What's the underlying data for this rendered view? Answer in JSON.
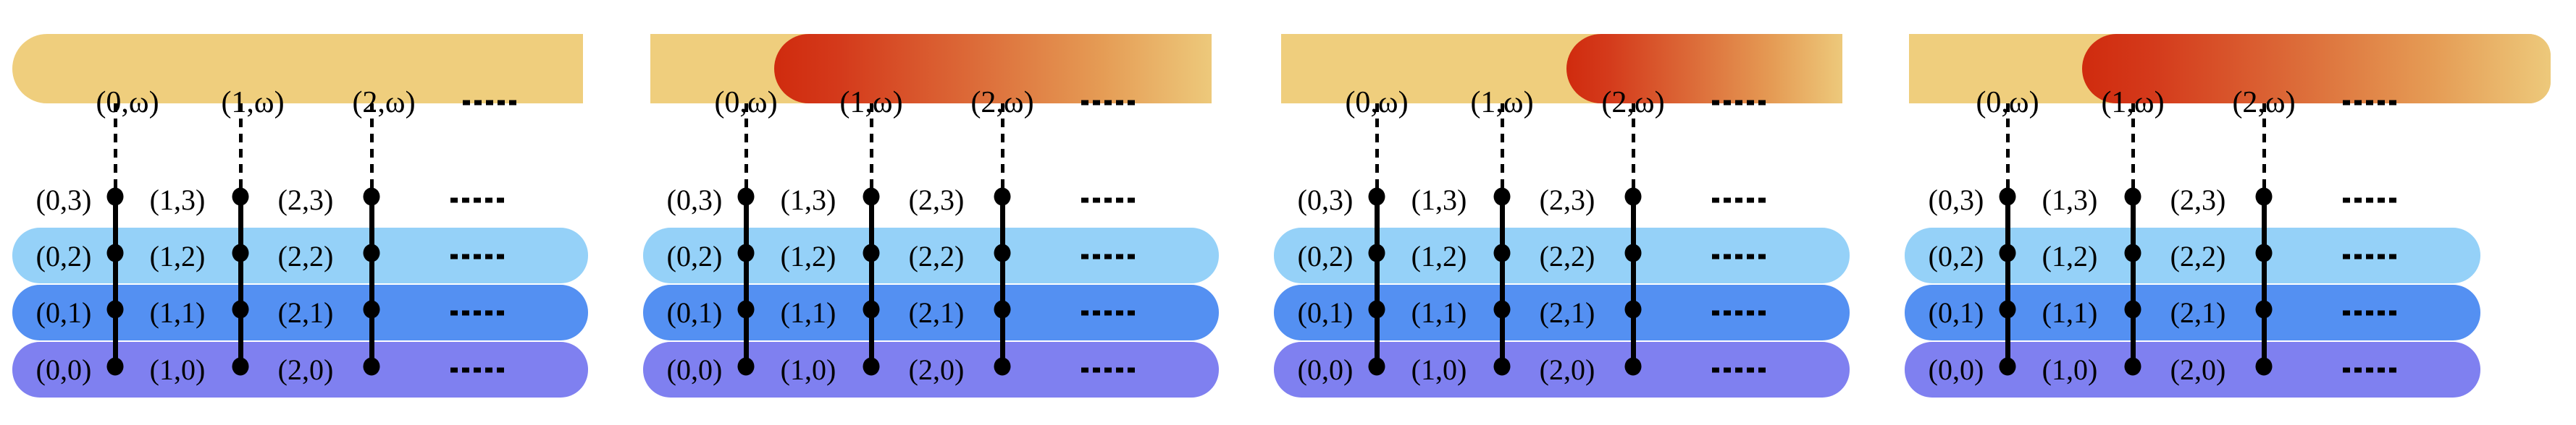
{
  "figure": {
    "colors": {
      "top_bar_yellow": "#efce7d",
      "highlight_red": "#d02b0e",
      "highlight_orange_mid": "#dc6a38",
      "band_row2_light_blue": "#95d1f8",
      "band_row1_blue": "#5490f2",
      "band_row0_purple": "#7f80f0",
      "ink": "#000000"
    },
    "ellipsis_text": "-----",
    "panels": [
      {
        "top": [
          "(0,ω)",
          "(1,ω)",
          "(2,ω)"
        ],
        "red_zone": null,
        "rows": [
          {
            "labels": [
              "(0,3)",
              "(1,3)",
              "(2,3)"
            ]
          },
          {
            "labels": [
              "(0,2)",
              "(1,2)",
              "(2,2)"
            ]
          },
          {
            "labels": [
              "(0,1)",
              "(1,1)",
              "(2,1)"
            ]
          },
          {
            "labels": [
              "(0,0)",
              "(1,0)",
              "(2,0)"
            ]
          }
        ]
      },
      {
        "top": [
          "(0,ω)",
          "(1,ω)",
          "(2,ω)"
        ],
        "red_zone": {
          "starts_after": "(0,ω)"
        },
        "rows": [
          {
            "labels": [
              "(0,3)",
              "(1,3)",
              "(2,3)"
            ]
          },
          {
            "labels": [
              "(0,2)",
              "(1,2)",
              "(2,2)"
            ]
          },
          {
            "labels": [
              "(0,1)",
              "(1,1)",
              "(2,1)"
            ]
          },
          {
            "labels": [
              "(0,0)",
              "(1,0)",
              "(2,0)"
            ]
          }
        ]
      },
      {
        "top": [
          "(0,ω)",
          "(1,ω)",
          "(2,ω)"
        ],
        "red_zone": {
          "starts_after": "(1,ω)"
        },
        "rows": [
          {
            "labels": [
              "(0,3)",
              "(1,3)",
              "(2,3)"
            ]
          },
          {
            "labels": [
              "(0,2)",
              "(1,2)",
              "(2,2)"
            ]
          },
          {
            "labels": [
              "(0,1)",
              "(1,1)",
              "(2,1)"
            ]
          },
          {
            "labels": [
              "(0,0)",
              "(1,0)",
              "(2,0)"
            ]
          }
        ]
      },
      {
        "top": [
          "(0,ω)",
          "(1,ω)",
          "(2,ω)"
        ],
        "red_zone": {
          "starts_after": "(0,ω)"
        },
        "rows": [
          {
            "labels": [
              "(0,3)",
              "(1,3)",
              "(2,3)"
            ]
          },
          {
            "labels": [
              "(0,2)",
              "(1,2)",
              "(2,2)"
            ]
          },
          {
            "labels": [
              "(0,1)",
              "(1,1)",
              "(2,1)"
            ]
          },
          {
            "labels": [
              "(0,0)",
              "(1,0)",
              "(2,0)"
            ]
          }
        ]
      }
    ]
  }
}
